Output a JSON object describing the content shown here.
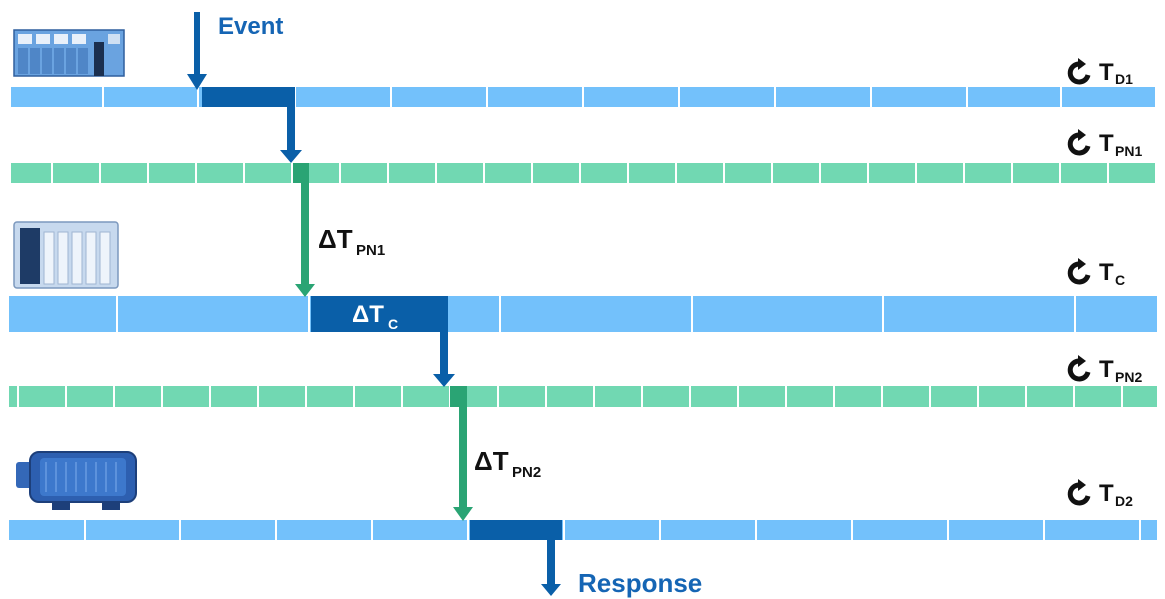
{
  "colors": {
    "device_bar": "#73c1fb",
    "network_bar": "#71d8b2",
    "active_blue": "#0a5fa8",
    "active_green": "#2aa474",
    "label_blue": "#1565b4",
    "text": "#111111"
  },
  "event_label": "Event",
  "response_label": "Response",
  "rows": [
    {
      "id": "d1",
      "kind": "device-io",
      "cycle_symbol": "T",
      "cycle_sub": "D1",
      "icon": "io-module-icon"
    },
    {
      "id": "pn1",
      "kind": "network",
      "cycle_symbol": "T",
      "cycle_sub": "PN1"
    },
    {
      "id": "c",
      "kind": "controller",
      "cycle_symbol": "T",
      "cycle_sub": "C",
      "icon": "plc-controller-icon",
      "delta_symbol": "ΔT",
      "delta_sub": "C"
    },
    {
      "id": "pn2",
      "kind": "network",
      "cycle_symbol": "T",
      "cycle_sub": "PN2"
    },
    {
      "id": "d2",
      "kind": "device-drive",
      "cycle_symbol": "T",
      "cycle_sub": "D2",
      "icon": "motor-drive-icon"
    }
  ],
  "deltas": [
    {
      "id": "pn1",
      "symbol": "ΔT",
      "sub": "PN1"
    },
    {
      "id": "pn2",
      "symbol": "ΔT",
      "sub": "PN2"
    }
  ],
  "cycle_icon": "refresh-cycle-icon"
}
